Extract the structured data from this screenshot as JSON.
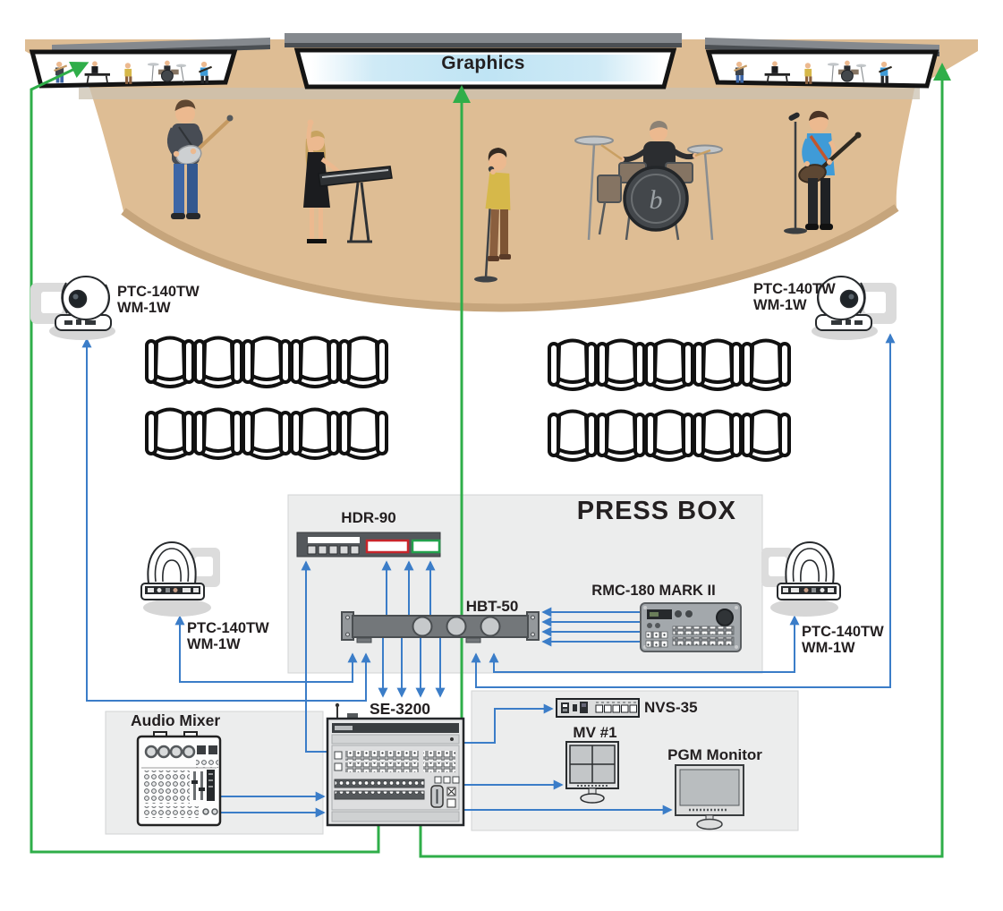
{
  "colors": {
    "line_blue": "#3B7DC8",
    "line_green": "#2FAE49",
    "stage_tan": "#DEBD94",
    "panel_gray": "#ECEDED"
  },
  "stage": {
    "center_screen_label": "Graphics",
    "drum_logo": "b"
  },
  "press_box": {
    "label": "PRESS BOX",
    "recorder": "HDR-90",
    "receiver_hub": "HBT-50",
    "camera_controller": "RMC-180 MARK II"
  },
  "cameras": {
    "model": "PTC-140TW",
    "mount": "WM-1W"
  },
  "control": {
    "switcher": "SE-3200",
    "streaming_encoder": "NVS-35",
    "multiviewer": "MV #1",
    "program_monitor": "PGM Monitor",
    "audio_mixer": "Audio Mixer"
  }
}
